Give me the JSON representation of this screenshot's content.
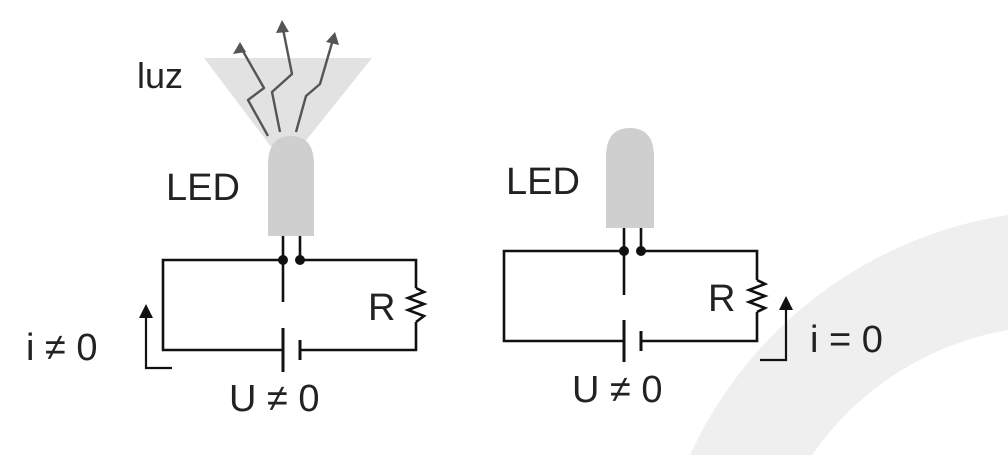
{
  "left_circuit": {
    "light_label": "luz",
    "led_label": "LED",
    "resistor_label": "R",
    "current_label": "i ≠ 0",
    "voltage_label": "U ≠ 0"
  },
  "right_circuit": {
    "led_label": "LED",
    "resistor_label": "R",
    "current_label": "i = 0",
    "voltage_label": "U ≠ 0"
  },
  "colors": {
    "wire": "#111111",
    "led_body": "#cfcfcf",
    "light_cone": "#e2e2e2",
    "background_arc": "#efefef"
  }
}
